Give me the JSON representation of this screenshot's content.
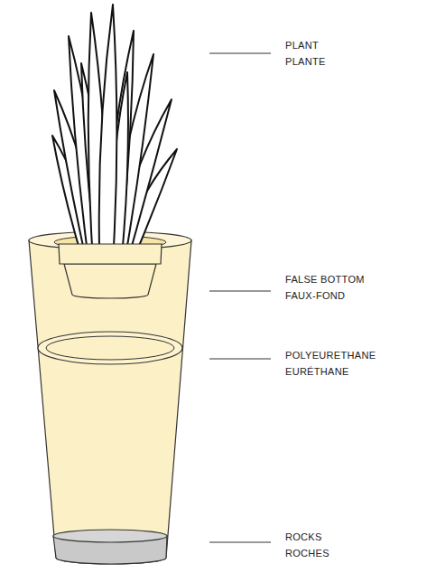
{
  "diagram": {
    "labels": [
      "PLANT",
      "PLANTE",
      "FALSE BOTTOM",
      "FAUX-FOND",
      "POLYEURETHANE",
      "EURÉTHANE",
      "ROCKS",
      "ROCHES"
    ]
  }
}
